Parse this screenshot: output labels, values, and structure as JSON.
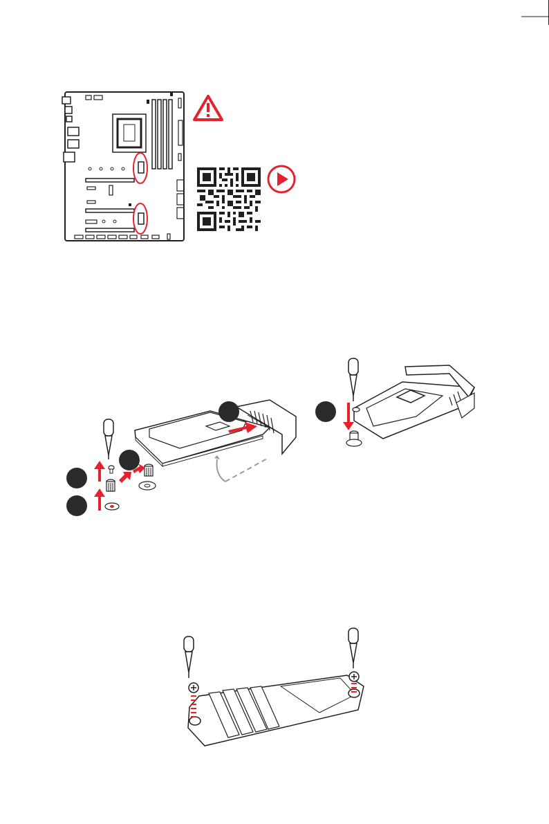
{
  "colors": {
    "accent": "#e5212b",
    "ink": "#231f20",
    "badge": "#2b2b2b",
    "gray": "#9a9a9a"
  },
  "icons": {
    "warning": "warning-triangle-icon",
    "play": "play-video-icon",
    "qr": "qr-code-icon"
  },
  "figures": [
    {
      "name": "motherboard-m2-slots"
    },
    {
      "name": "m2-install-steps-left"
    },
    {
      "name": "m2-install-steps-right"
    },
    {
      "name": "m2-heatsink-screws"
    }
  ]
}
